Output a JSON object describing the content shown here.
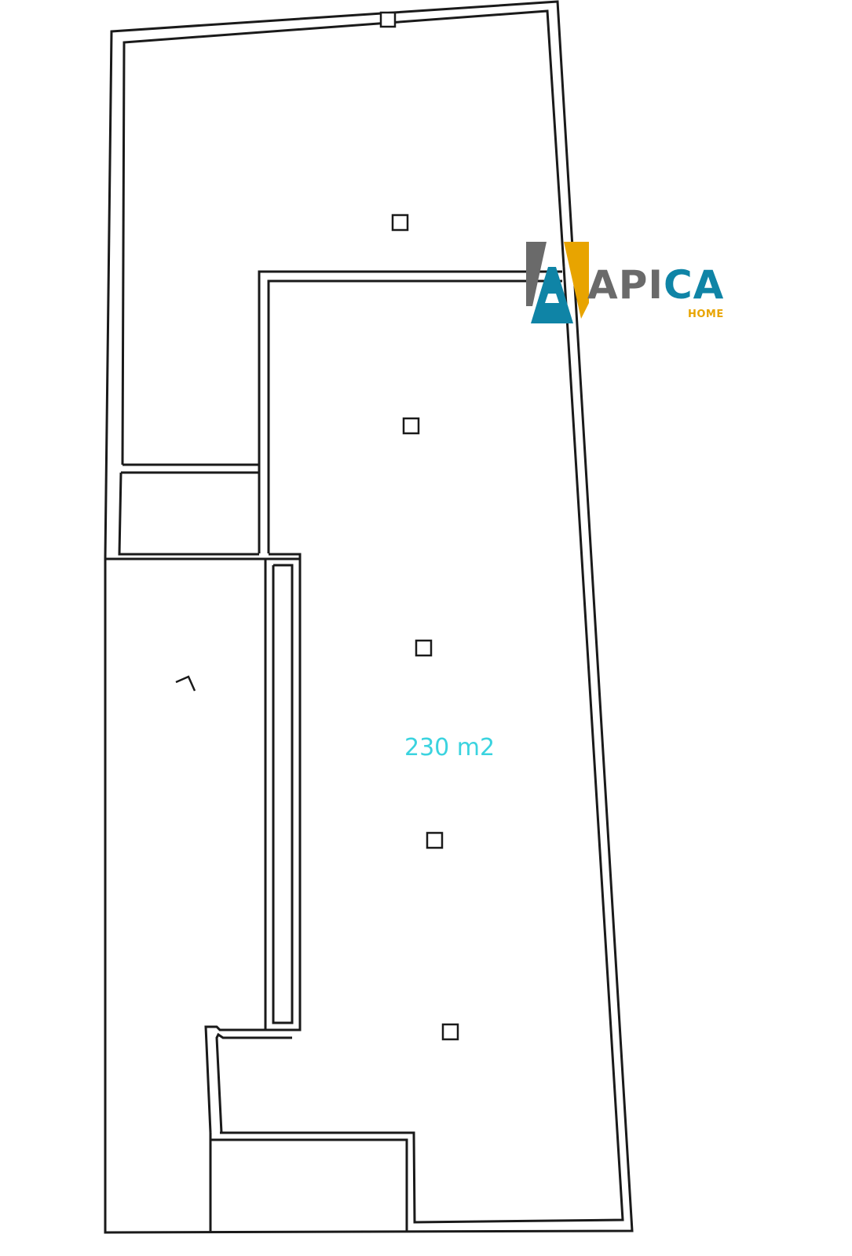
{
  "plan": {
    "area_label": "230 m2",
    "area_label_color": "#3ad3df",
    "wall_color": "#1a1a1a",
    "column_count": 6
  },
  "logo": {
    "letters": [
      "A",
      "P",
      "I",
      "C",
      "A"
    ],
    "subtitle": "HOME",
    "colors": {
      "gray": "#6a6a6a",
      "gold": "#e8a400",
      "teal": "#0f84a6"
    }
  }
}
